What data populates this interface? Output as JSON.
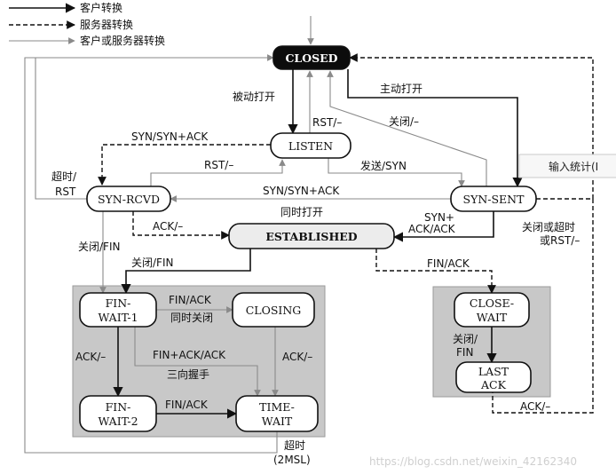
{
  "legend": {
    "client": "客户转换",
    "server": "服务器转换",
    "both": "客户或服务器转换"
  },
  "states": {
    "closed": "CLOSED",
    "listen": "LISTEN",
    "syn_rcvd": "SYN-RCVD",
    "syn_sent": "SYN-SENT",
    "established": "ESTABLISHED",
    "fin_wait_1": [
      "FIN-",
      "WAIT-1"
    ],
    "closing": "CLOSING",
    "fin_wait_2": [
      "FIN-",
      "WAIT-2"
    ],
    "time_wait": [
      "TIME-",
      "WAIT"
    ],
    "close_wait": [
      "CLOSE-",
      "WAIT"
    ],
    "last_ack": [
      "LAST",
      "ACK"
    ]
  },
  "labels": {
    "passive_open": "被动打开",
    "active_open": "主动打开",
    "rst_closed": "RST/–",
    "close_closed": "关闭/–",
    "syn_syn_ack_listen": "SYN/SYN+ACK",
    "rst_listen": "RST/–",
    "send_syn": "发送/SYN",
    "timeout": "超时/",
    "rst": "RST",
    "syn_syn_ack_sent": "SYN/SYN+ACK",
    "simultaneous_open": "同时打开",
    "ack_est": "ACK/–",
    "syn_plus": "SYN+",
    "ack_ack": "ACK/ACK",
    "close_or_timeout": "关闭或超时",
    "or_rst": "或RST/–",
    "close_fin_1": "关闭/FIN",
    "close_fin_2": "关闭/FIN",
    "fin_ack_closing": "FIN/ACK",
    "simultaneous_close": "同时关闭",
    "ack_fw2": "ACK/–",
    "fin_ack_ack": "FIN+ACK/ACK",
    "three_way": "三向握手",
    "ack_closing": "ACK/–",
    "fin_ack_tw": "FIN/ACK",
    "fin_ack_cw": "FIN/ACK",
    "close_fin_la_1": "关闭/",
    "close_fin_la_2": "FIN",
    "ack_last": "ACK/–",
    "timeout_2msl_1": "超时",
    "timeout_2msl_2": "(2MSL)"
  },
  "tooltip": "输入统计(I",
  "watermark": "https://blog.csdn.net/weixin_42162340"
}
